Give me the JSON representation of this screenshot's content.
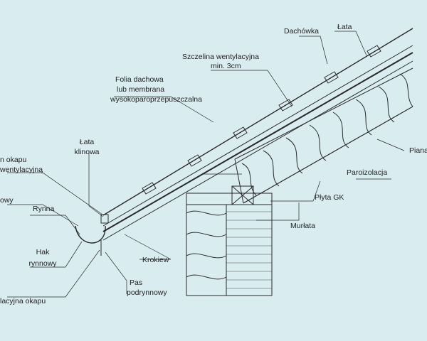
{
  "diagram": {
    "background": "#d9ecef",
    "line_color": "#2a2a2a",
    "labels": {
      "dachowka": "Dachówka",
      "lata": "Łata",
      "szczelina_1": "Szczelina wentylacyjna",
      "szczelina_2": "min. 3cm",
      "folia_1": "Folia dachowa",
      "folia_2": "lub membrana",
      "folia_3": "wysokoparoprzepuszczalna",
      "piana": "Piana",
      "lata_klinowa_1": "Łata",
      "lata_klinowa_2": "klinowa",
      "okap_1": "n okapu",
      "okap_2": "wentylacyjną",
      "owy": "owy",
      "rynna": "Rynna",
      "hak_1": "Hak",
      "hak_2": "rynnowy",
      "okap_bottom_1": "lacyjna okapu",
      "krokiew": "Krokiew",
      "pas_1": "Pas",
      "pas_2": "podrynnowy",
      "paroizolacja": "Paroizolacja",
      "plyta_gk": "Płyta GK",
      "murlata": "Murłata"
    }
  }
}
